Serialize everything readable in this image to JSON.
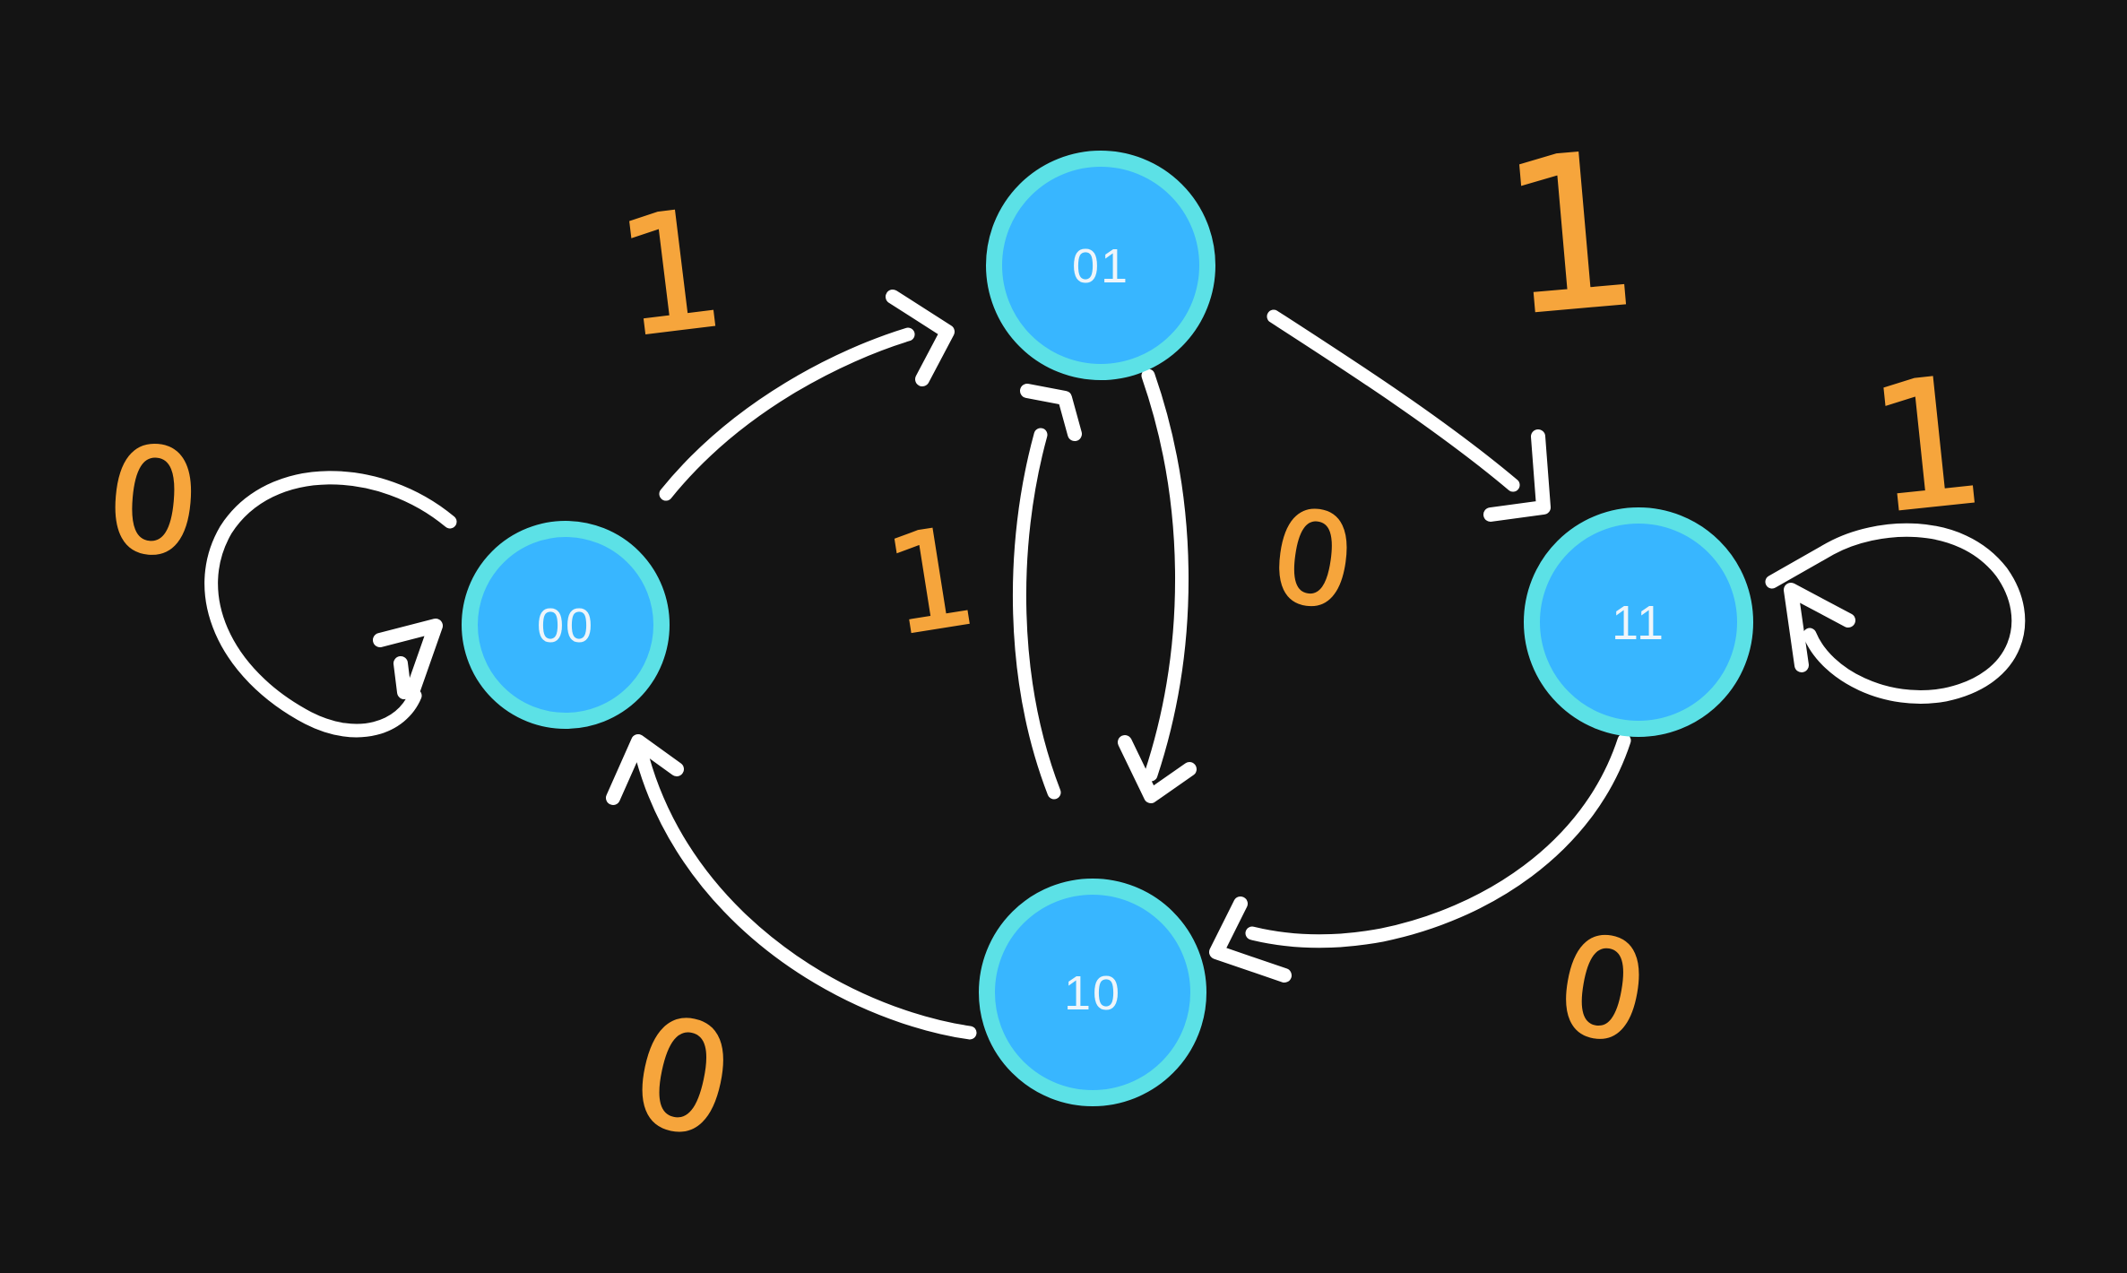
{
  "app": {
    "kind": "whiteboard-state-diagram",
    "background_color": "#141414"
  },
  "colors": {
    "node_fill": "#38B6FF",
    "node_ring": "#5CE1E6",
    "edge_stroke": "#FFFFFF",
    "edge_label": "#F6A53C",
    "node_text": "#EEF5FA"
  },
  "diagram": {
    "type": "finite-state-machine",
    "states": [
      {
        "id": "00",
        "label": "00"
      },
      {
        "id": "01",
        "label": "01"
      },
      {
        "id": "11",
        "label": "11"
      },
      {
        "id": "10",
        "label": "10"
      }
    ],
    "transitions": [
      {
        "from": "00",
        "to": "00",
        "symbol": "0"
      },
      {
        "from": "00",
        "to": "01",
        "symbol": "1"
      },
      {
        "from": "01",
        "to": "11",
        "symbol": "1"
      },
      {
        "from": "11",
        "to": "11",
        "symbol": "1"
      },
      {
        "from": "01",
        "to": "10",
        "symbol": "0"
      },
      {
        "from": "10",
        "to": "01",
        "symbol": "1"
      },
      {
        "from": "11",
        "to": "10",
        "symbol": "0"
      },
      {
        "from": "10",
        "to": "00",
        "symbol": "0"
      }
    ]
  }
}
